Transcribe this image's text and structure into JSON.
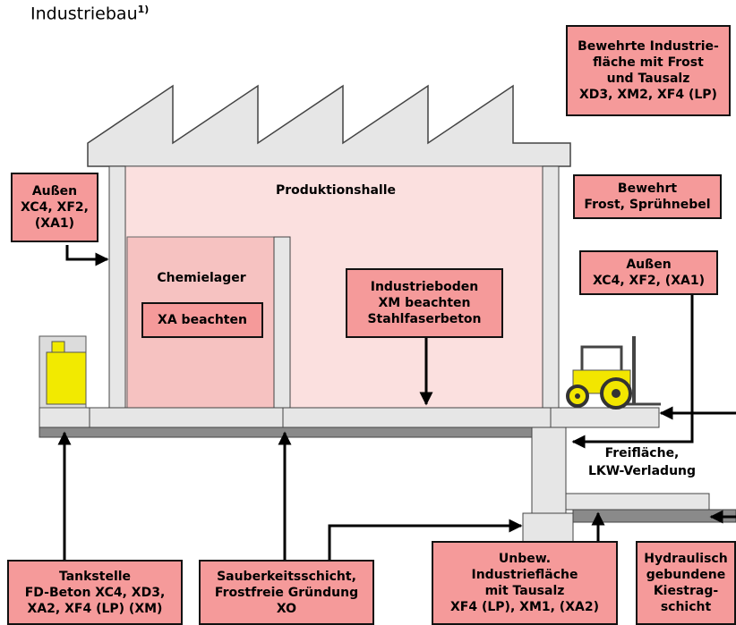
{
  "title": {
    "text": "Industriebau",
    "sup": "1)"
  },
  "colors": {
    "label_fill": "#f59a9a",
    "hall_fill": "#fbe0df",
    "wall": "#e6e6e6",
    "slab_dark": "#8a8a8a",
    "tank": "#f2ea00",
    "tractor": "#f2e600"
  },
  "labels": {
    "industrial_area_top": "Bewehrte Industrie-\nfläche mit Frost\nund Tausalz\nXD3, XM2, XF4 (LP)",
    "outside_left": "Außen\nXC4, XF2,\n(XA1)",
    "reinforced_frost": "Bewehrt\nFrost, Sprühnebel",
    "outside_right": "Außen\nXC4, XF2, (XA1)",
    "xa_note": "XA beachten",
    "industrial_floor": "Industrieboden\nXM beachten\nStahlfaserbeton",
    "gas_station": "Tankstelle\nFD-Beton XC4, XD3,\nXA2, XF4 (LP) (XM)",
    "blinding_layer": "Sauberkeitsschicht,\nFrostfreie Gründung\nXO",
    "unreinforced_area": "Unbew.\nIndustriefläche\nmit Tausalz\nXF4 (LP), XM1, (XA2)",
    "hydraulic_base": "Hydraulisch\ngebundene\nKiestrag-\nschicht"
  },
  "texts": {
    "production_hall": "Produktionshalle",
    "chemical_store": "Chemielager",
    "open_area": "Freifläche,\nLKW-Verladung"
  },
  "icons": [
    "tank-icon",
    "forklift-icon"
  ]
}
